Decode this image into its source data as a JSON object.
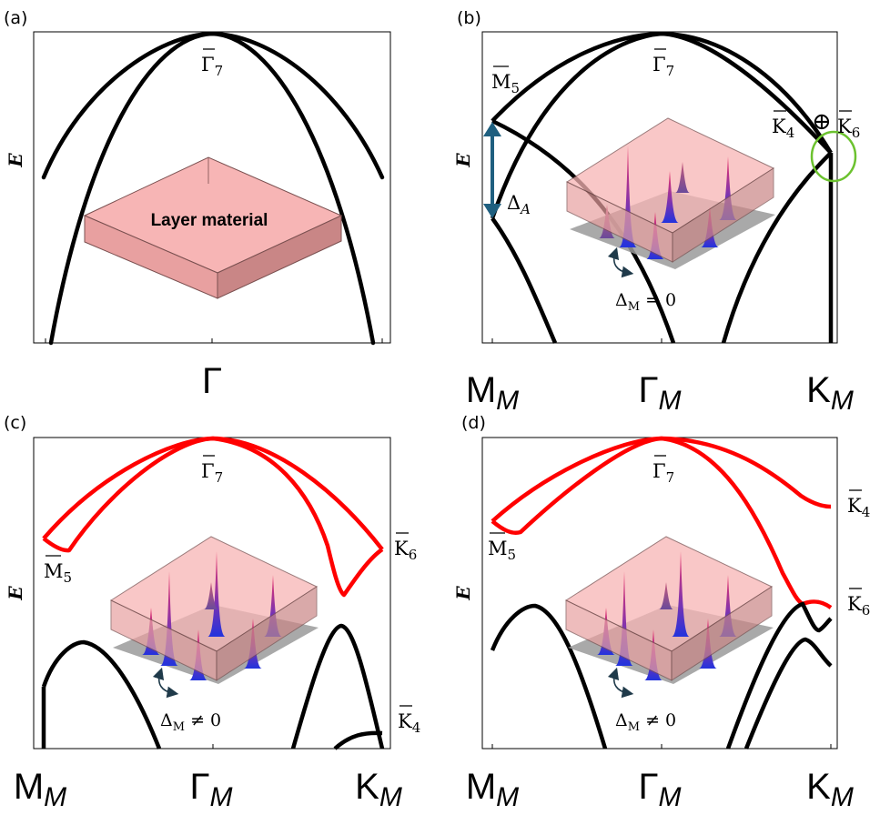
{
  "panels": [
    {
      "id": "a",
      "letter": "(a)",
      "energy_label": "E",
      "top_label": {
        "main": "Γ",
        "sub": "7"
      },
      "inset_label": "Layer material",
      "x_ticks": [
        {
          "main": "Γ",
          "sub": ""
        }
      ],
      "annotations": []
    },
    {
      "id": "b",
      "letter": "(b)",
      "energy_label": "E",
      "top_label": {
        "main": "Γ",
        "sub": "7"
      },
      "gap_label": {
        "main": "Δ",
        "sub": "A"
      },
      "inset_caption": {
        "main": "Δ",
        "sub": "M",
        "rest": " = 0"
      },
      "x_ticks": [
        {
          "main": "M",
          "sub": "M"
        },
        {
          "main": "Γ",
          "sub": "M"
        },
        {
          "main": "K",
          "sub": "M"
        }
      ],
      "annotations": [
        {
          "main": "M",
          "sub": "5"
        },
        {
          "main": "K",
          "sub": "4"
        },
        {
          "main": "⊕",
          "sub": ""
        },
        {
          "main": "K",
          "sub": "6"
        }
      ]
    },
    {
      "id": "c",
      "letter": "(c)",
      "energy_label": "E",
      "top_label": {
        "main": "Γ",
        "sub": "7"
      },
      "inset_caption": {
        "main": "Δ",
        "sub": "M",
        "rest": " ≠ 0"
      },
      "x_ticks": [
        {
          "main": "M",
          "sub": "M"
        },
        {
          "main": "Γ",
          "sub": "M"
        },
        {
          "main": "K",
          "sub": "M"
        }
      ],
      "annotations": [
        {
          "main": "M",
          "sub": "5"
        },
        {
          "main": "K",
          "sub": "6"
        },
        {
          "main": "K",
          "sub": "4"
        }
      ]
    },
    {
      "id": "d",
      "letter": "(d)",
      "energy_label": "E",
      "top_label": {
        "main": "Γ",
        "sub": "7"
      },
      "inset_caption": {
        "main": "Δ",
        "sub": "M",
        "rest": " ≠ 0"
      },
      "x_ticks": [
        {
          "main": "M",
          "sub": "M"
        },
        {
          "main": "Γ",
          "sub": "M"
        },
        {
          "main": "K",
          "sub": "M"
        }
      ],
      "annotations": [
        {
          "main": "M",
          "sub": "5"
        },
        {
          "main": "K",
          "sub": "4"
        },
        {
          "main": "K",
          "sub": "6"
        }
      ]
    }
  ],
  "colors": {
    "band": "#000000",
    "highlight_band": "#ff0000",
    "gap_arrow": "#1f5f7f",
    "ring": "#6cc22f",
    "slab_top": "#f7b5b5",
    "slab_front": "#e8a0a0",
    "slab_side": "#c98686",
    "substrate": "#9a9a9a"
  }
}
